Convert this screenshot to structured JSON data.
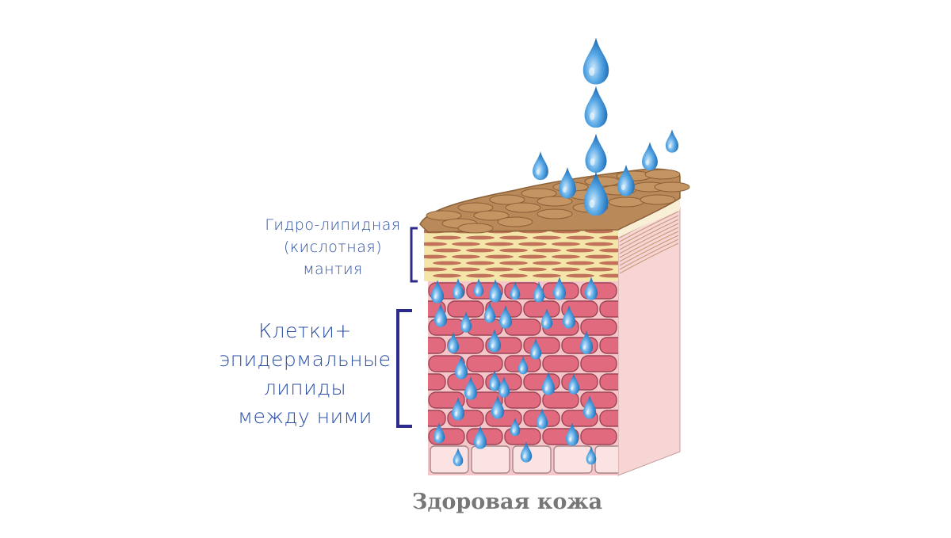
{
  "labels": {
    "mantle": [
      "Гидро-липидная",
      "(кислотная)",
      "мантия"
    ],
    "cells": [
      "Клетки+",
      "эпидермальные",
      "липиды",
      "между ними"
    ]
  },
  "caption": "Здоровая кожа",
  "colors": {
    "label_text": "#2b4fa3",
    "bracket": "#2e2a8c",
    "caption": "#777777",
    "top_surface": "#b9895a",
    "lipid_layer": "#f3e6a8",
    "lipid_streak": "#b85d4a",
    "cell_fill": "#e26a7e",
    "cell_outline": "#9b4555",
    "basal_cell": "#fbe3e3",
    "side_face": "#f6d5d4",
    "water_drop": "#3b8fd6"
  },
  "icons": [
    "water-drop-icon"
  ]
}
